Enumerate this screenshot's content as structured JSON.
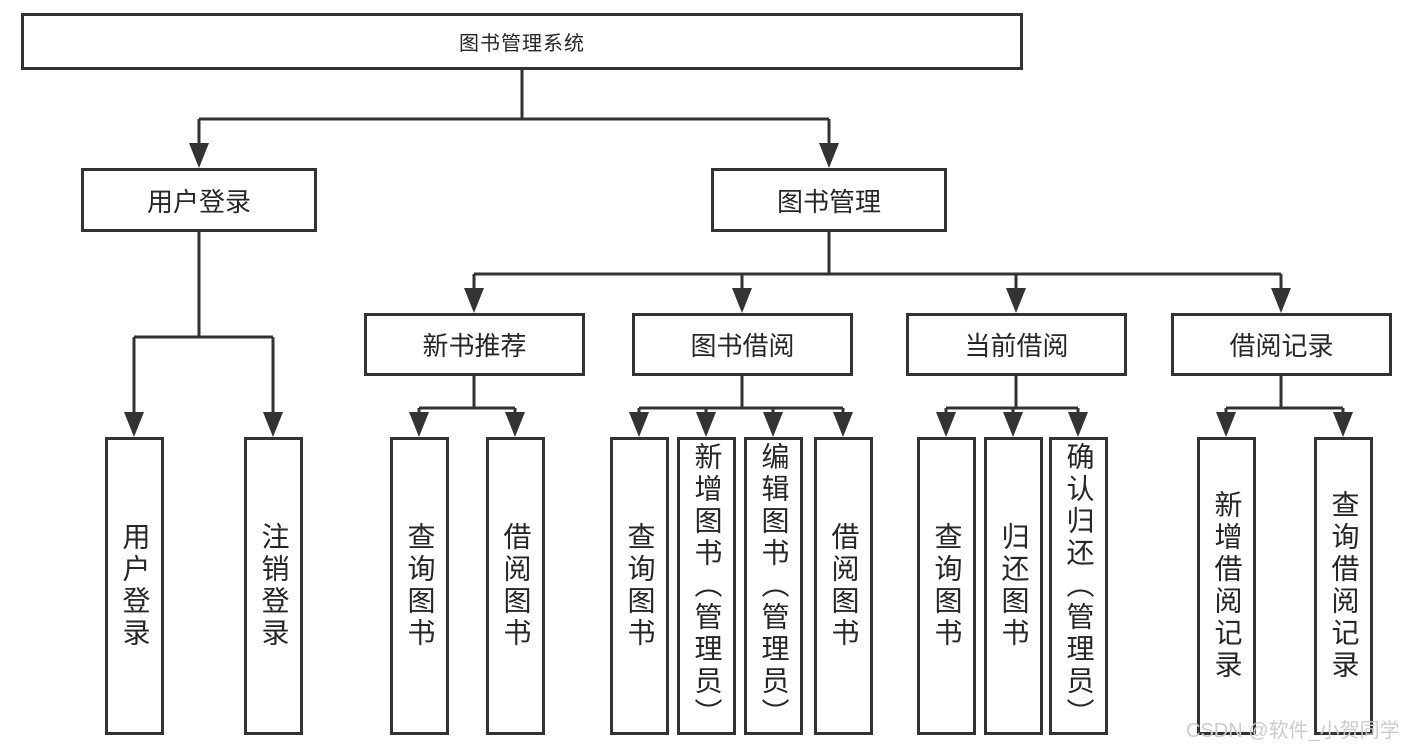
{
  "colors": {
    "line": "#333333",
    "box_border": "#333333",
    "text": "#262626",
    "background": "#ffffff",
    "watermark": "#cccccc"
  },
  "watermark": "CSDN @软件_小贺同学",
  "diagram": {
    "type": "hierarchy",
    "root": "图书管理系统",
    "branches": [
      {
        "label": "用户登录",
        "leaves": [
          "用户登录",
          "注销登录"
        ]
      },
      {
        "label": "图书管理",
        "groups": [
          {
            "label": "新书推荐",
            "leaves": [
              "查询图书",
              "借阅图书"
            ]
          },
          {
            "label": "图书借阅",
            "leaves": [
              "查询图书",
              "新增图书（管理员）",
              "编辑图书（管理员）",
              "借阅图书"
            ]
          },
          {
            "label": "当前借阅",
            "leaves": [
              "查询图书",
              "归还图书",
              "确认归还（管理员）"
            ]
          },
          {
            "label": "借阅记录",
            "leaves": [
              "新增借阅记录",
              "查询借阅记录"
            ]
          }
        ]
      }
    ]
  }
}
